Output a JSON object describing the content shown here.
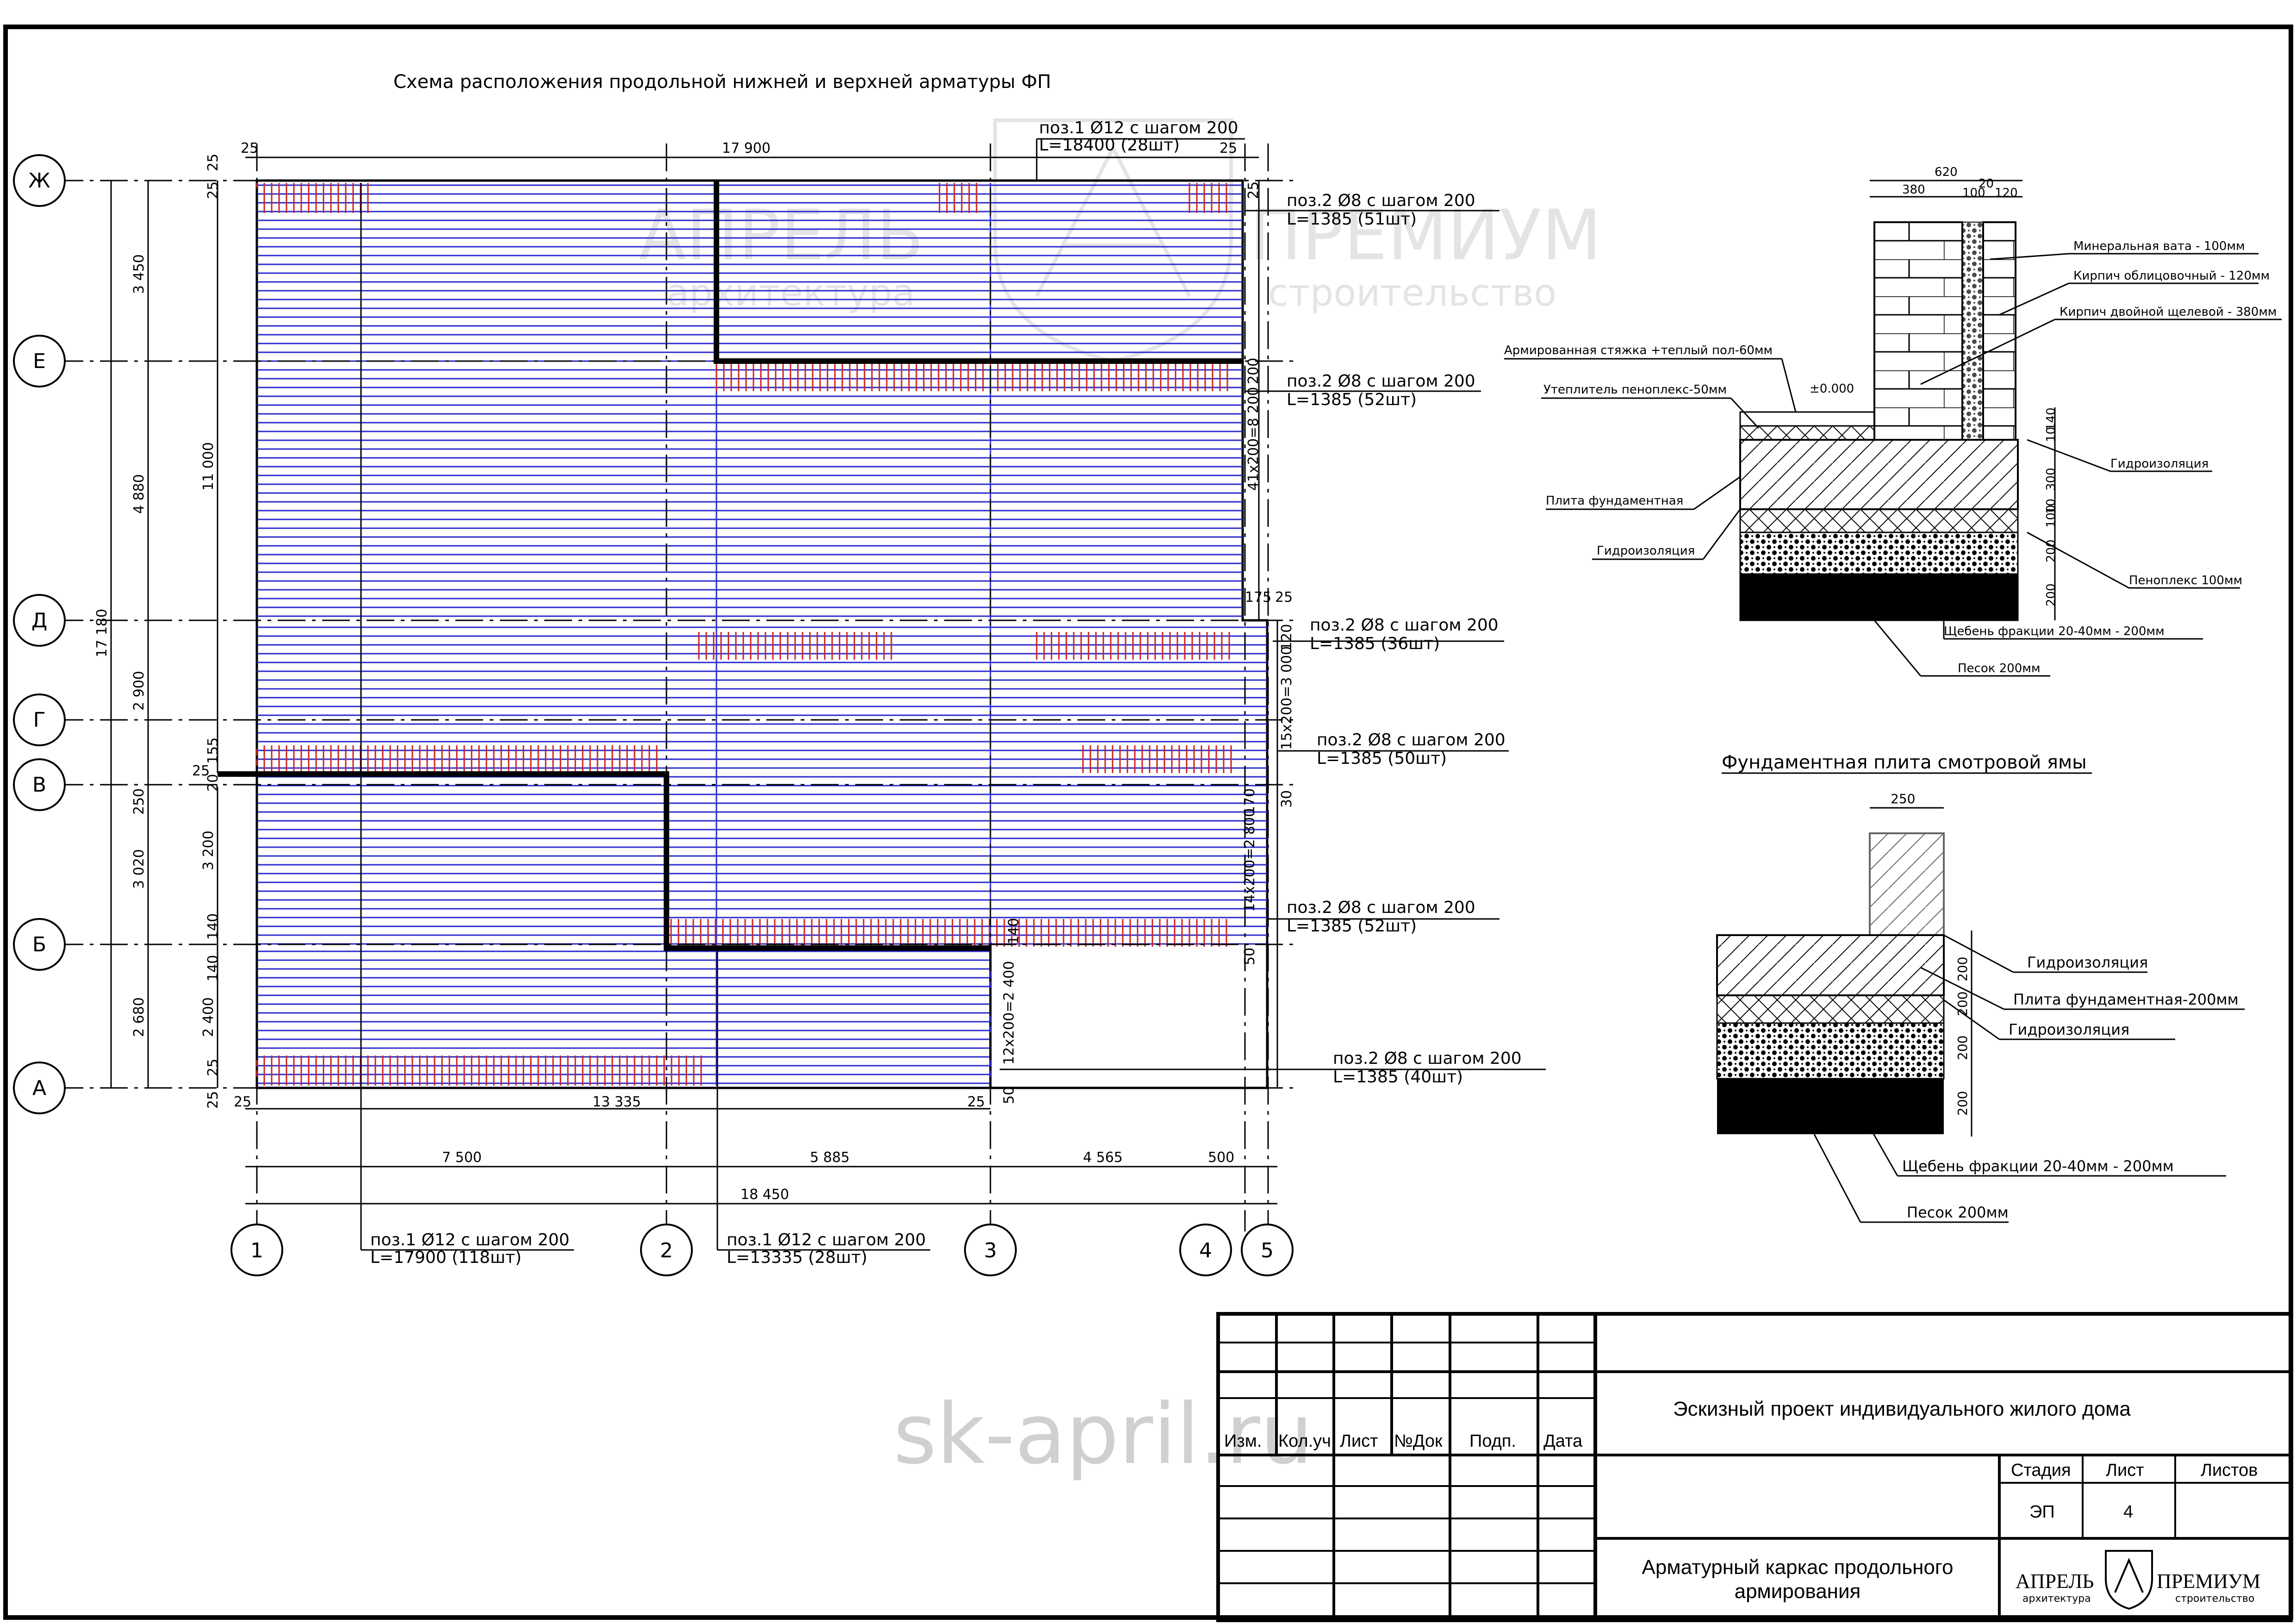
{
  "plan": {
    "title": "Схема расположения продольной нижней и верхней арматуры ФП",
    "axes_rows": [
      "Ж",
      "Е",
      "Д",
      "Г",
      "В",
      "Б",
      "А"
    ],
    "axes_cols": [
      "1",
      "2",
      "3",
      "4",
      "5"
    ],
    "dims_top": [
      "25",
      "17 900",
      "25"
    ],
    "dims_left_outer": [
      "3 450",
      "4 880",
      "2 900",
      "250",
      "3 020",
      "2 680"
    ],
    "dim_left_total": "17 180",
    "dim_left_inner_upper": "11 000",
    "dims_left_inner_lower": [
      "3 200",
      "2 400"
    ],
    "dims_left_small": [
      "25",
      "25",
      "20",
      "155",
      "25",
      "140",
      "140",
      "25",
      "25"
    ],
    "dims_bottom_plate": [
      "25",
      "13 335",
      "25"
    ],
    "dims_bottom_axes": [
      "7 500",
      "5 885",
      "4 565",
      "500"
    ],
    "dim_bottom_total": "18 450",
    "dims_right": [
      "25",
      "200",
      "41х200=8 200",
      "175",
      "25",
      "120",
      "15х200=3 000",
      "30",
      "170",
      "14х200=2 800",
      "140",
      "50",
      "12х200=2 400",
      "50"
    ],
    "callouts_pos2": [
      {
        "line1": "поз.2 Ø8 с шагом 200",
        "line2": "L=1385 (51шт)"
      },
      {
        "line1": "поз.2 Ø8 с шагом 200",
        "line2": "L=1385 (52шт)"
      },
      {
        "line1": "поз.2 Ø8 с шагом 200",
        "line2": "L=1385 (36шт)"
      },
      {
        "line1": "поз.2 Ø8 с шагом 200",
        "line2": "L=1385 (50шт)"
      },
      {
        "line1": "поз.2 Ø8 с шагом 200",
        "line2": "L=1385 (52шт)"
      },
      {
        "line1": "поз.2 Ø8 с шагом 200",
        "line2": "L=1385 (40шт)"
      }
    ],
    "callouts_pos1": [
      {
        "line1": "поз.1 Ø12 с шагом 200",
        "line2": "L=18400 (28шт)"
      },
      {
        "line1": "поз.1 Ø12 с шагом 200",
        "line2": "L=17900 (118шт)"
      },
      {
        "line1": "поз.1 Ø12 с шагом 200",
        "line2": "L=13335 (28шт)"
      }
    ]
  },
  "section_wall": {
    "dims_top": [
      "620",
      "380",
      "20",
      "100",
      "120"
    ],
    "labels": [
      "Минеральная вата - 100мм",
      "Кирпич облицовочный - 120мм",
      "Кирпич двойной щелевой - 380мм",
      "Армированная стяжка +теплый пол-60мм",
      "Утеплитель пеноплекс-50мм",
      "Гидроизоляция",
      "Плита фундаментная",
      "Гидроизоляция",
      "Пеноплекс 100мм",
      "Щебень фракции 20-40мм - 200мм",
      "Песок 200мм"
    ],
    "level": "±0.000",
    "dims_right": [
      "10",
      "140",
      "300",
      "10",
      "100",
      "200",
      "200"
    ]
  },
  "section_pit": {
    "title": "Фундаментная плита смотровой ямы",
    "dim_top": "250",
    "dims_right": [
      "200",
      "200",
      "200",
      "200"
    ],
    "labels": [
      "Гидроизоляция",
      "Плита фундаментная-200мм",
      "Гидроизоляция",
      "Щебень фракции 20-40мм - 200мм",
      "Песок 200мм"
    ]
  },
  "watermark": {
    "brand_left": "АПРЕЛЬ",
    "brand_left_sub": "архитектура",
    "brand_right": "ПРЕМИУМ",
    "brand_right_sub": "строительство",
    "site": "sk-april.ru"
  },
  "title_block": {
    "headers": [
      "Изм.",
      "Кол.уч",
      "Лист",
      "№Док",
      "Подп.",
      "Дата"
    ],
    "project": "Эскизный проект индивидуального жилого дома",
    "stage_header": "Стадия",
    "sheet_header": "Лист",
    "sheets_header": "Листов",
    "stage": "ЭП",
    "sheet": "4",
    "sheets": "",
    "drawing_title": "Арматурный каркас продольного армирования",
    "logo_left": "АПРЕЛЬ",
    "logo_left_sub": "архитектура",
    "logo_right": "ПРЕМИУМ",
    "logo_right_sub": "строительство"
  },
  "colors": {
    "rebar_long": "#2a2acc",
    "rebar_cross": "#cc2020",
    "lines": "#000000"
  }
}
